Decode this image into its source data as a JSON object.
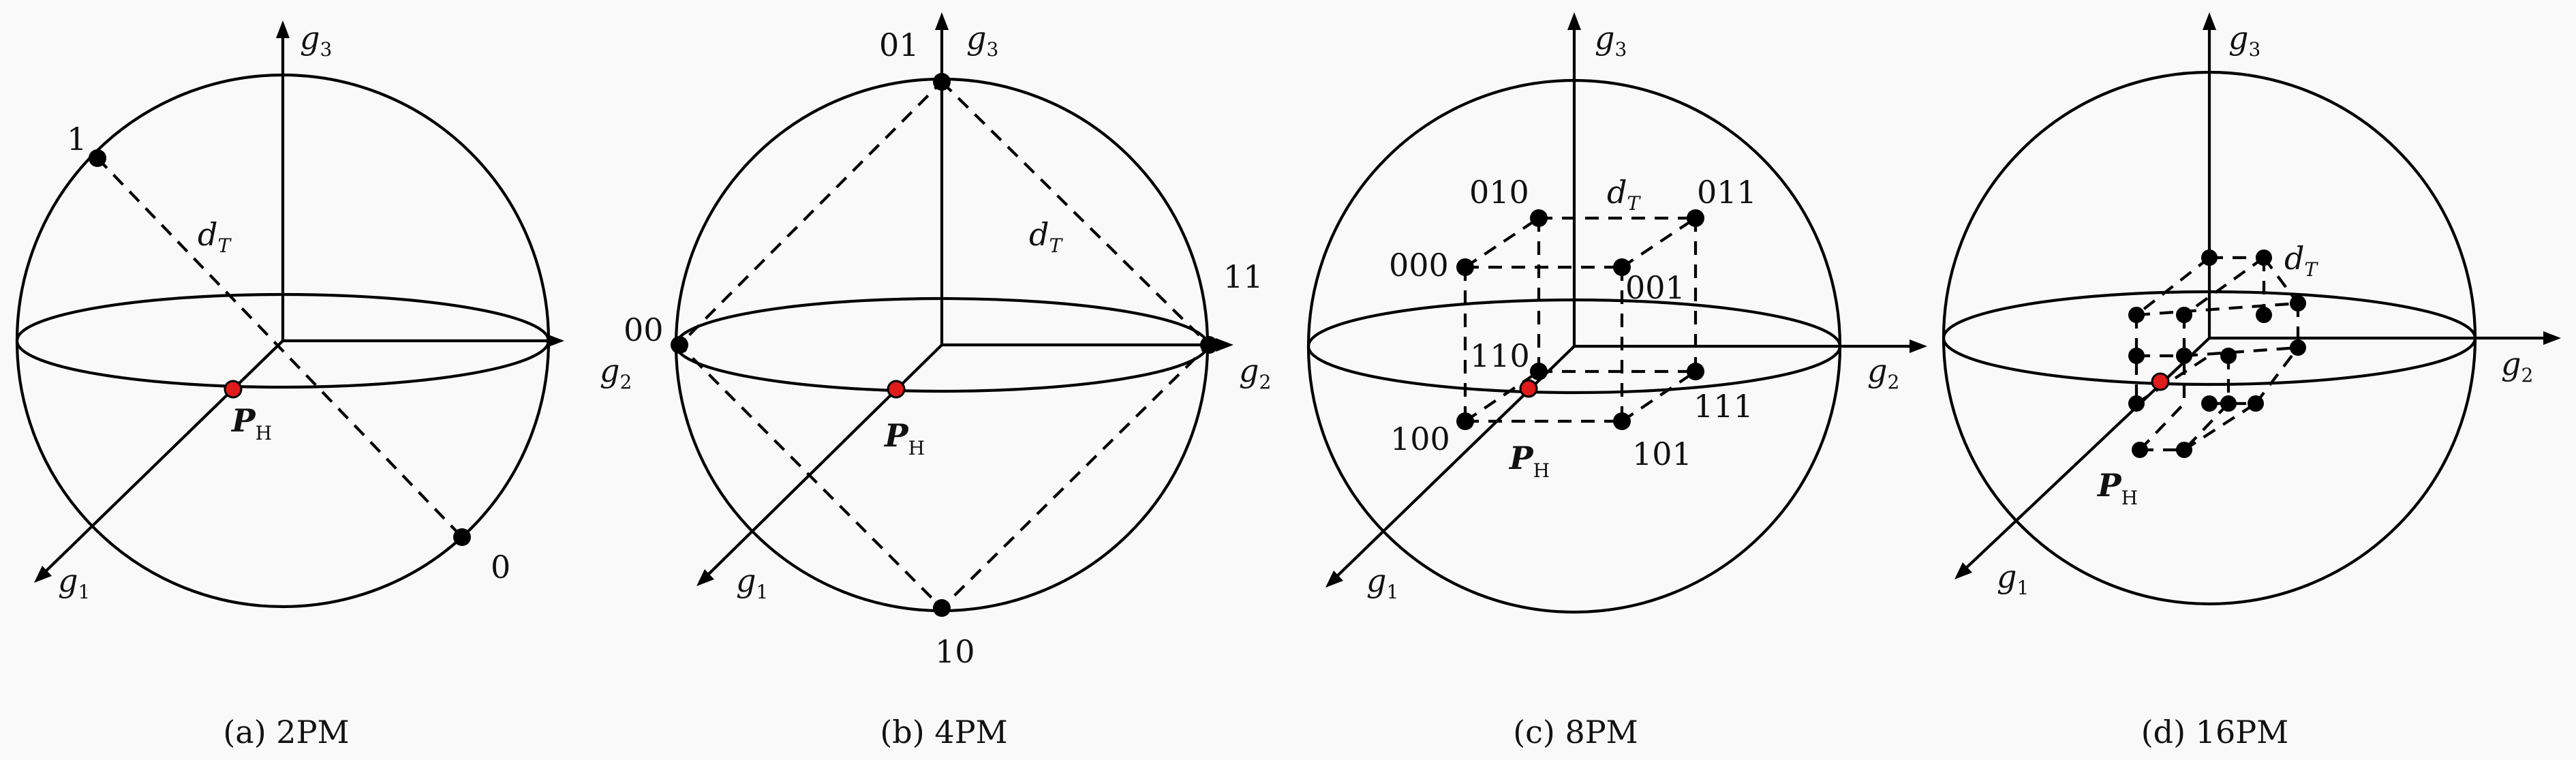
{
  "panels": [
    {
      "caption": "(a) 2PM",
      "points": [
        "1",
        "0"
      ],
      "distance": {
        "main": "d",
        "sub": "T"
      },
      "pilot": {
        "main": "P",
        "sub": "H"
      },
      "axes": {
        "g1": {
          "main": "g",
          "sub": "1"
        },
        "g2": {
          "main": "g",
          "sub": "2"
        },
        "g3": {
          "main": "g",
          "sub": "3"
        }
      }
    },
    {
      "caption": "(b) 4PM",
      "points": [
        "01",
        "00",
        "11",
        "10"
      ],
      "distance": {
        "main": "d",
        "sub": "T"
      },
      "pilot": {
        "main": "P",
        "sub": "H"
      },
      "axes": {
        "g1": {
          "main": "g",
          "sub": "1"
        },
        "g2": {
          "main": "g",
          "sub": "2"
        },
        "g3": {
          "main": "g",
          "sub": "3"
        }
      }
    },
    {
      "caption": "(c) 8PM",
      "points": [
        "000",
        "001",
        "010",
        "011",
        "100",
        "101",
        "110",
        "111"
      ],
      "distance": {
        "main": "d",
        "sub": "T"
      },
      "pilot": {
        "main": "P",
        "sub": "H"
      },
      "axes": {
        "g1": {
          "main": "g",
          "sub": "1"
        },
        "g2": {
          "main": "g",
          "sub": "2"
        },
        "g3": {
          "main": "g",
          "sub": "3"
        }
      }
    },
    {
      "caption": "(d) 16PM",
      "distance": {
        "main": "d",
        "sub": "T"
      },
      "pilot": {
        "main": "P",
        "sub": "H"
      },
      "axes": {
        "g1": {
          "main": "g",
          "sub": "1"
        },
        "g2": {
          "main": "g",
          "sub": "2"
        },
        "g3": {
          "main": "g",
          "sub": "3"
        }
      }
    }
  ],
  "colors": {
    "pilot_fill": "#e01b1b",
    "point_fill": "#000000",
    "background": "#f9f9f9"
  }
}
